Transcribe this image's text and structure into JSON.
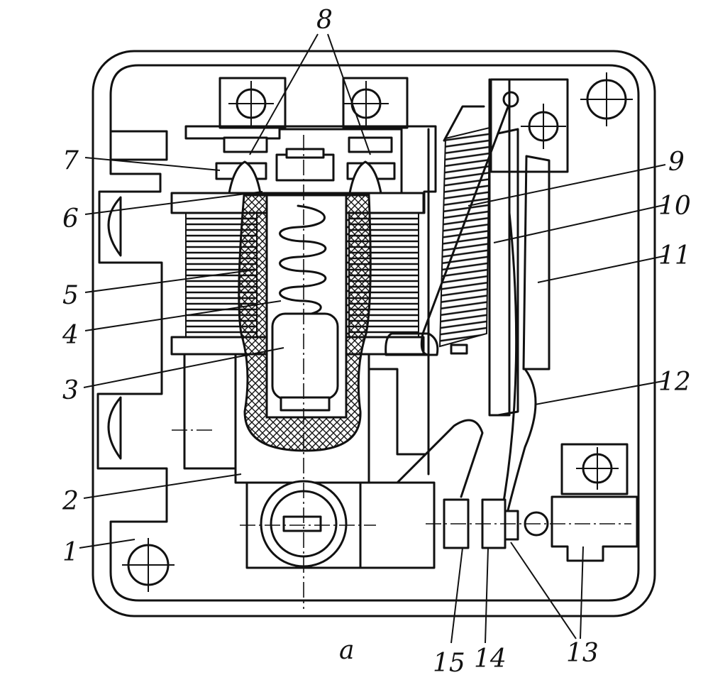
{
  "figure_letter": "a",
  "callouts": [
    {
      "id": "1",
      "text": "1"
    },
    {
      "id": "2",
      "text": "2"
    },
    {
      "id": "3",
      "text": "3"
    },
    {
      "id": "4",
      "text": "4"
    },
    {
      "id": "5",
      "text": "5"
    },
    {
      "id": "6",
      "text": "6"
    },
    {
      "id": "7",
      "text": "7"
    },
    {
      "id": "8",
      "text": "8"
    },
    {
      "id": "9",
      "text": "9"
    },
    {
      "id": "10",
      "text": "10"
    },
    {
      "id": "11",
      "text": "11"
    },
    {
      "id": "12",
      "text": "12"
    },
    {
      "id": "13",
      "text": "13"
    },
    {
      "id": "14",
      "text": "14"
    },
    {
      "id": "15",
      "text": "15"
    }
  ],
  "colors": {
    "ink": "#111111",
    "paper": "#ffffff"
  }
}
